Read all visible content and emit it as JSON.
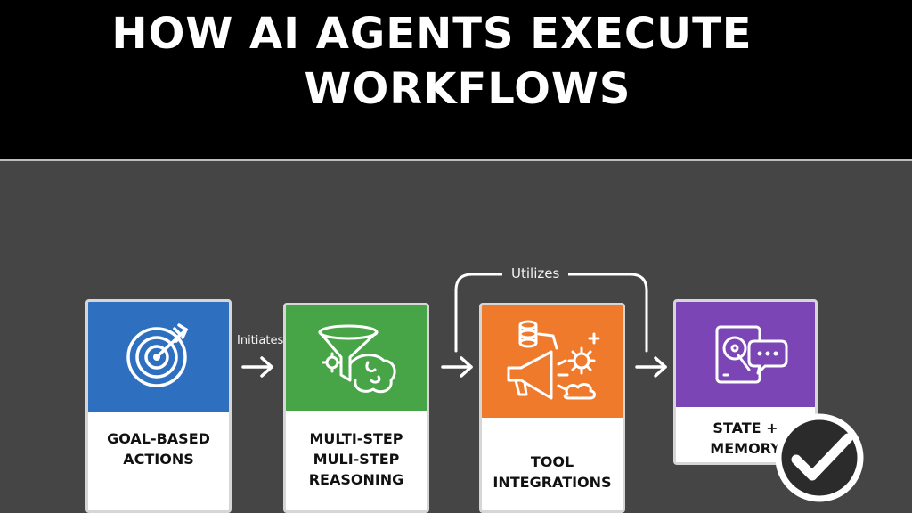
{
  "header": {
    "title_line1": "HOW AI AGENTS EXECUTE",
    "title_line2": "WORKFLOWS"
  },
  "steps": [
    {
      "label_line1": "GOAL-BASED",
      "label_line2": "ACTIONS",
      "color": "#2f6fc0",
      "icon": "target-icon"
    },
    {
      "label_line1": "MULTI-STEP",
      "label_line2": "MULI-STEP",
      "label_line3": "REASONING",
      "color": "#47a547",
      "icon": "funnel-brain-icon"
    },
    {
      "label_line1": "TOOL",
      "label_line2": "INTEGRATIONS",
      "color": "#ef7a2c",
      "icon": "megaphone-tools-icon"
    },
    {
      "label_line1": "STATE +",
      "label_line2": "MEMORY",
      "color": "#7b45b6",
      "icon": "hard-drive-chat-icon"
    }
  ],
  "connectors": {
    "initiates": "Initiates",
    "utilizes": "Utilizes"
  },
  "badge": {
    "icon": "checkmark-icon"
  }
}
